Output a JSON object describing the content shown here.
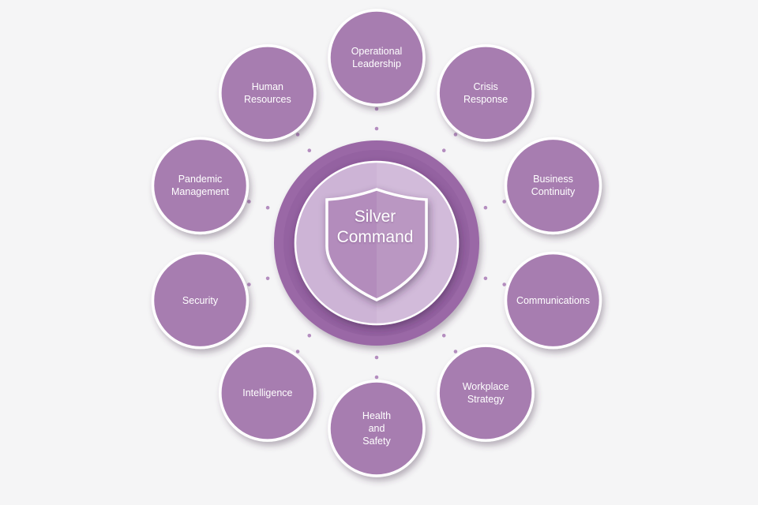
{
  "center": {
    "title": "Silver\nCommand"
  },
  "nodes": [
    {
      "id": "operational-leadership",
      "label": "Operational\nLeadership"
    },
    {
      "id": "crisis-response",
      "label": "Crisis\nResponse"
    },
    {
      "id": "business-continuity",
      "label": "Business\nContinuity"
    },
    {
      "id": "communications",
      "label": "Communications"
    },
    {
      "id": "workplace-strategy",
      "label": "Workplace\nStrategy"
    },
    {
      "id": "health-and-safety",
      "label": "Health\nand\nSafety"
    },
    {
      "id": "intelligence",
      "label": "Intelligence"
    },
    {
      "id": "security",
      "label": "Security"
    },
    {
      "id": "pandemic-management",
      "label": "Pandemic\nManagement"
    },
    {
      "id": "human-resources",
      "label": "Human\nResources"
    }
  ],
  "colors": {
    "node": "#a77db0",
    "node_border": "#ffffff",
    "outer_ring": "#9a68a6",
    "inner_disc": "#cdb4d6",
    "shield": "#b38cbc",
    "dots": "#b48dbf"
  }
}
